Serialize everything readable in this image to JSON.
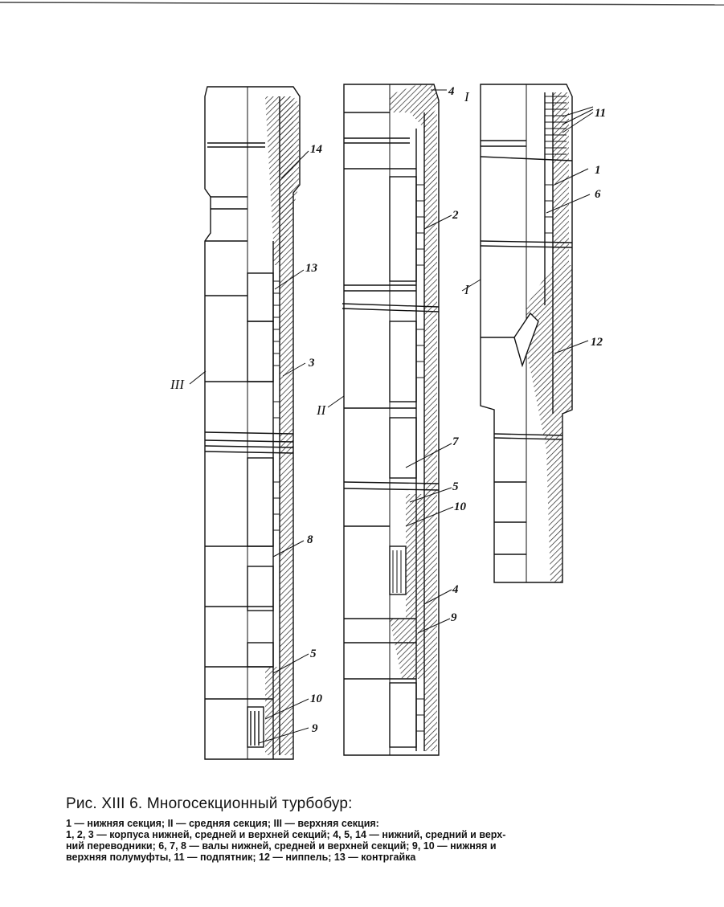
{
  "figure": {
    "callouts": {
      "c14": "14",
      "c13": "13",
      "c3": "3",
      "c8": "8",
      "c5a": "5",
      "c10a": "10",
      "c9a": "9",
      "c4a": "4",
      "c2": "2",
      "c7": "7",
      "c5b": "5",
      "c10b": "10",
      "c4b": "4",
      "c9b": "9",
      "c11": "11",
      "c1": "1",
      "c6": "6",
      "c12": "12"
    },
    "section_labels": {
      "left": "III",
      "middle": "II",
      "right_top": "I",
      "right_mid": "I"
    }
  },
  "caption": {
    "title": "Рис. XIII 6. Многосекционный турбобур:",
    "lines": [
      "1 — нижняя секция; II — средняя секция; III — верхняя секция:",
      "1, 2, 3 — корпуса нижней, средней  и верхней секций; 4, 5, 14 — нижний, средний и верх-",
      "ний переводники; 6, 7, 8 — валы нижней, средней и верхней секций; 9, 10 — нижняя и",
      "верхняя полумуфты, 11 — подпятник; 12 — ниппель; 13 — контргайка"
    ]
  }
}
